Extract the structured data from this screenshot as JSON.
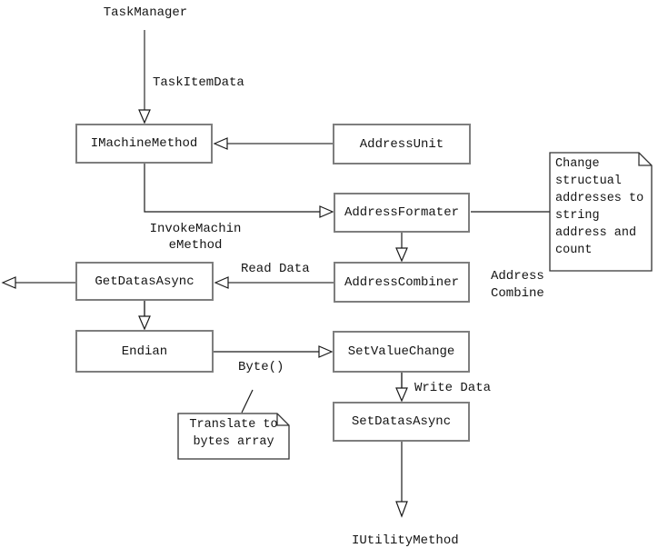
{
  "colors": {
    "line_gray": "#808080",
    "line_black": "#1a1a1a",
    "box_border": "#7e7e7e",
    "text": "#141414",
    "background": "#ffffff"
  },
  "endpoints": {
    "taskmanager": "TaskManager",
    "iutilitymethod": "IUtilityMethod"
  },
  "nodes": {
    "imachinemethod": "IMachineMethod",
    "addressunit": "AddressUnit",
    "addressformater": "AddressFormater",
    "addresscombiner": "AddressCombiner",
    "getdatasasync": "GetDatasAsync",
    "endian": "Endian",
    "setvaluechange": "SetValueChange",
    "setdatasasync": "SetDatasAsync"
  },
  "edge_labels": {
    "task_item_data": "TaskItemData",
    "invoke_machine_method": "InvokeMachin\neMethod",
    "read_data": "Read Data",
    "address_combine": "Address\nCombine",
    "byte": "Byte()",
    "write_data": "Write Data"
  },
  "notes": {
    "change_structural": "Change\nstructual\naddresses to\nstring\naddress and\ncount",
    "translate_bytes": "Translate to\nbytes array"
  }
}
